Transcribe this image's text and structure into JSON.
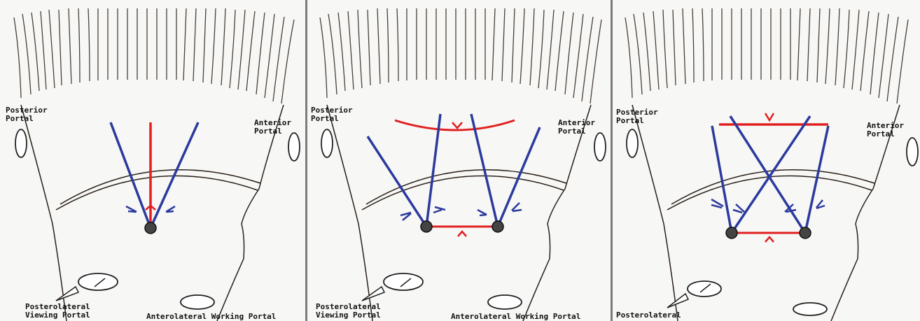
{
  "panels": [
    {
      "posterior_portal": "Posterior\nPortal",
      "anterior_portal": "Anterior\nPortal",
      "posterolateral_portal": "Posterolateral\nViewing Portal",
      "anterolateral_portal": "Anterolateral Working Portal"
    },
    {
      "posterior_portal": "Posterior\nPortal",
      "anterior_portal": "Anterior\nPortal",
      "posterolateral_portal": "Posterolateral\nViewing Portal",
      "anterolateral_portal": "Anterolateral Working Portal"
    },
    {
      "posterior_portal": "Posterior\nPortal",
      "anterior_portal": "Anterior\nPortal",
      "posterolateral_portal": "Posterolateral",
      "anterolateral_portal": ""
    }
  ],
  "colors": {
    "red": "#e02020",
    "blue": "#2c3a9e",
    "outline": "#2a2018",
    "portal": "#222222"
  }
}
